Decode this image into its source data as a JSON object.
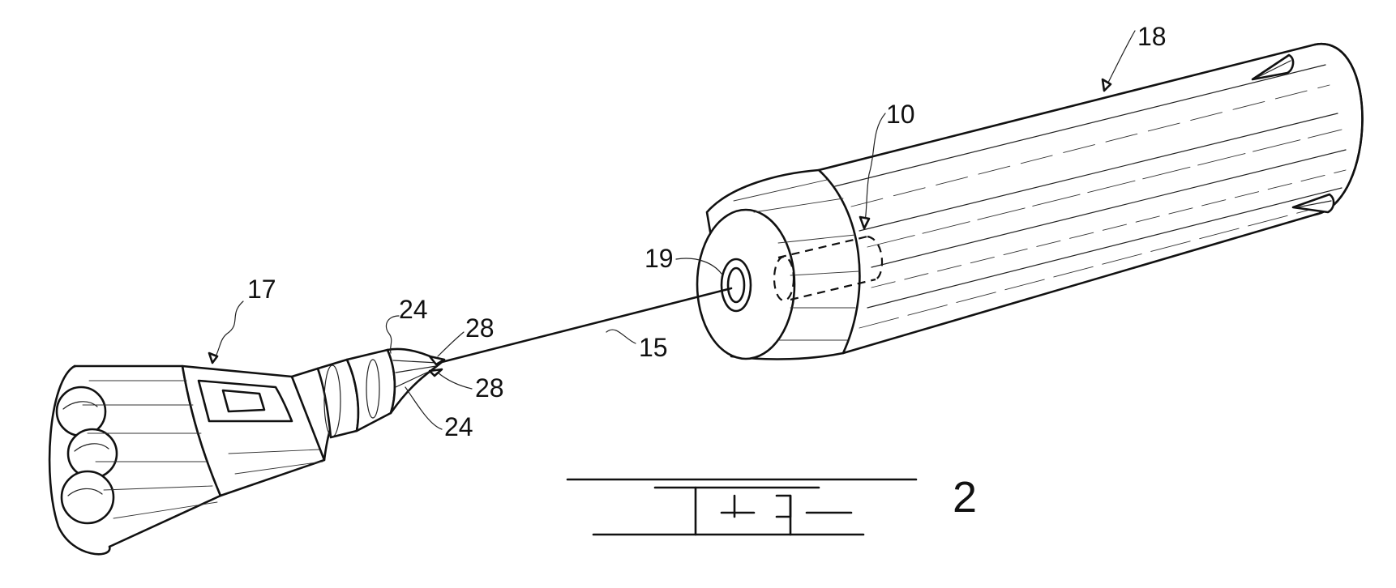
{
  "figure": {
    "number": "2"
  },
  "labels": {
    "spacecraft": "17",
    "booster": "18",
    "tether": "15",
    "nose_fitting": "19",
    "internal_spool": "10",
    "probe_upper": "24",
    "probe_lower": "24",
    "tip_upper": "28",
    "tip_lower": "28"
  }
}
